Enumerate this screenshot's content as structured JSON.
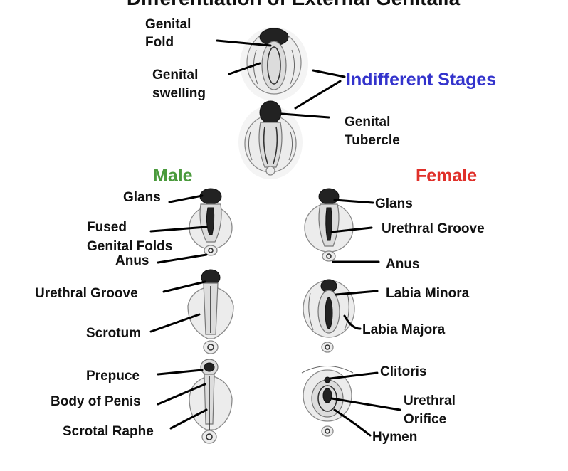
{
  "title": "Differentiation of External Genitalia",
  "colors": {
    "indifferent": "#3333cc",
    "male": "#4a9a3c",
    "female": "#e0302a",
    "label": "#111111"
  },
  "headings": {
    "indifferent": "Indifferent Stages",
    "male": "Male",
    "female": "Female"
  },
  "labels": {
    "genital_fold": [
      "Genital",
      "Fold"
    ],
    "genital_swelling": [
      "Genital",
      "swelling"
    ],
    "genital_tubercle": [
      "Genital",
      "Tubercle"
    ],
    "male_glans": "Glans",
    "fused_genital_folds": [
      "Fused",
      "Genital Folds"
    ],
    "male_anus": "Anus",
    "male_urethral_groove": "Urethral Groove",
    "scrotum": "Scrotum",
    "prepuce": "Prepuce",
    "body_of_penis": "Body of Penis",
    "scrotal_raphe": "Scrotal Raphe",
    "female_glans": "Glans",
    "female_urethral_groove": "Urethral Groove",
    "female_anus": "Anus",
    "labia_minora": "Labia Minora",
    "labia_majora": "Labia Majora",
    "clitoris": "Clitoris",
    "urethral_orifice": [
      "Urethral",
      "Orifice"
    ],
    "hymen": "Hymen"
  }
}
